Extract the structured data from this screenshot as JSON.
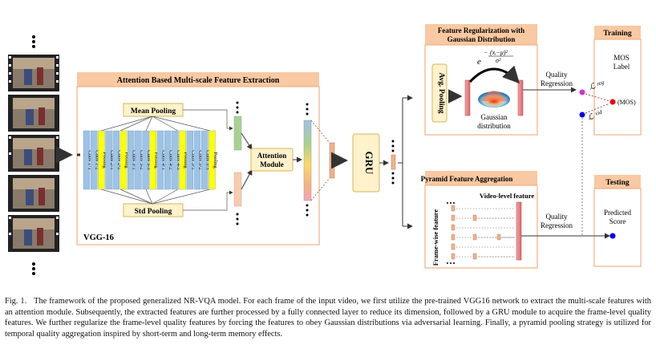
{
  "diagram": {
    "attention_title": "Attention Based  Multi-scale Feature Extraction",
    "mean_pooling": "Mean Pooling",
    "std_pooling": "Std Pooling",
    "vgg_label": "VGG-16",
    "conv_layers": [
      "Conv 1-1",
      "Conv 1-2",
      "Pooling",
      "Conv 2-1",
      "Conv 2-2",
      "Pooling",
      "Conv 3-1",
      "Conv 3-2",
      "Conv 3-3",
      "Pooling",
      "Conv 4-1",
      "Conv 4-2",
      "Conv 4-3",
      "Pooling",
      "Conv 5-1",
      "Conv 5-2",
      "Conv 5-3",
      "Pooling"
    ],
    "attention_module": [
      "Attention",
      "Module"
    ],
    "gru": "GRU",
    "feature_reg_title": [
      "Feature Regularization with",
      "Gaussian Distribution"
    ],
    "avg_pooling": "Avg. Pooling",
    "gaussian_distribution": [
      "Gaussian",
      "distribution"
    ],
    "quality_regression": [
      "Quality",
      "Regression"
    ],
    "training": "Training",
    "mos_label": [
      "MOS",
      "Label"
    ],
    "mos_point": "(MOS)",
    "pyramid_title": "Pyramid Feature Aggregation",
    "video_level_feature": "Video-level feature",
    "frame_wise_feature": "Frame-wise feature",
    "testing": "Testing",
    "predicted_score": [
      "Predicted",
      "Score"
    ]
  },
  "caption": {
    "label": "Fig. 1.",
    "text": "The framework of the proposed generalized NR-VQA model. For each frame of the input video, we first utilize the pre-trained VGG16 network to extract the multi-scale features with an attention module. Subsequently, the extracted features are further processed by a fully connected layer to reduce its dimension, followed by a GRU module to acquire the frame-level quality features. We further regularize the frame-level quality features by forcing the features to obey Gaussian distributions via adversarial learning. Finally, a pyramid pooling strategy is utilized for temporal quality aggregation inspired by short-term and long-term memory effects."
  },
  "colors": {
    "header_orange": "#f8c9a2",
    "conv_blue": "#9dc3e6",
    "pool_yellow": "#ffff00",
    "box_yellow": "#fff2cc",
    "box_border": "#d6b656",
    "panel_border": "#f4b183"
  }
}
